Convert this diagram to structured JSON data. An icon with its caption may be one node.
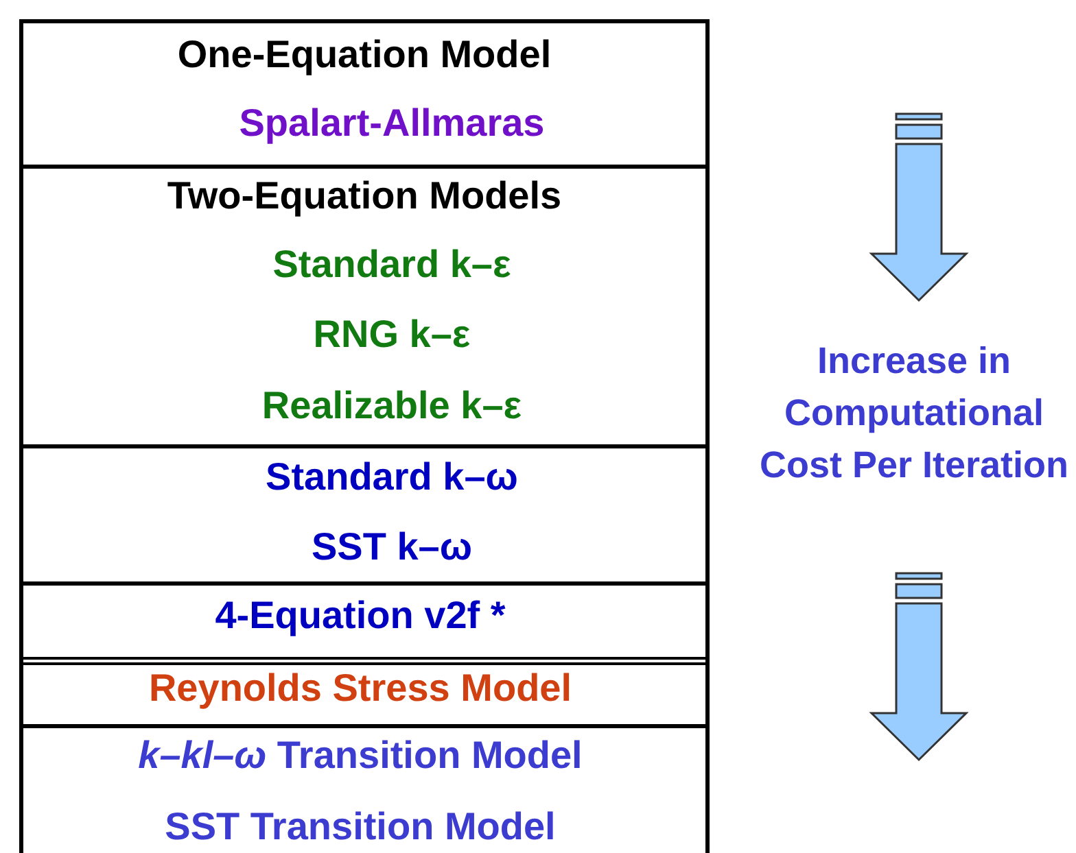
{
  "diagram": {
    "nodes": [
      {
        "text": [
          "One-Equation Model",
          "Spalart-Allmaras"
        ]
      },
      {
        "text": [
          "Two-Equation Models",
          "Standard k–ε",
          "RNG k–ε",
          "Realizable k–ε"
        ]
      },
      {
        "text": [
          "Standard k–ω",
          "SST k–ω"
        ]
      },
      {
        "text": [
          "4-Equation v2f *"
        ]
      },
      {
        "text": [
          "Reynolds Stress Model"
        ]
      },
      {
        "text": [
          "*k–kl–ω* Transition Model",
          "SST Transition Model"
        ]
      }
    ],
    "labels": [
      "Increase in Computational Cost Per Iteration"
    ]
  }
}
